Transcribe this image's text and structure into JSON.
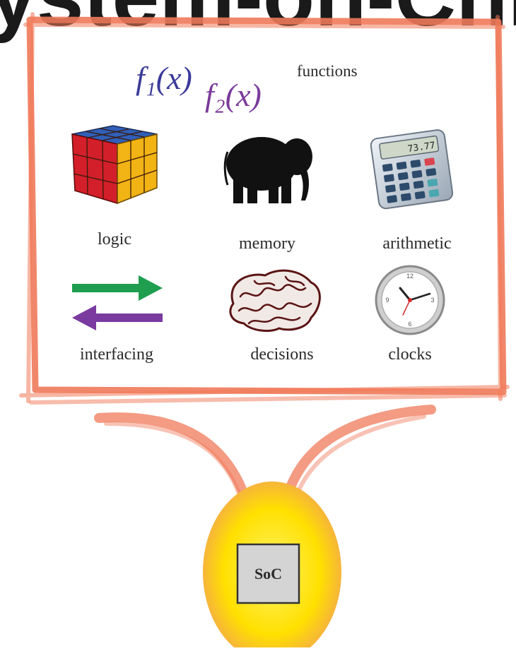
{
  "diagram": {
    "header_text": "System-on-Chip",
    "functions_label": "functions",
    "f1": "f₁(x)",
    "f2": "f₂(x)",
    "chip_label": "SoC",
    "items": [
      {
        "label": "logic",
        "icon": "rubiks-cube-icon"
      },
      {
        "label": "memory",
        "icon": "elephant-icon"
      },
      {
        "label": "arithmetic",
        "icon": "calculator-icon"
      },
      {
        "label": "interfacing",
        "icon": "bidirectional-arrows-icon"
      },
      {
        "label": "decisions",
        "icon": "brain-icon"
      },
      {
        "label": "clocks",
        "icon": "clock-icon"
      }
    ],
    "calculator_display": "73.77",
    "colors": {
      "frame": "#f07a5a",
      "chip_glow": "#ffe000",
      "arrow_right": "#1f9e4f",
      "arrow_left": "#7a3aa0",
      "f1": "#3a3a9a",
      "f2": "#7a3a9a"
    }
  }
}
